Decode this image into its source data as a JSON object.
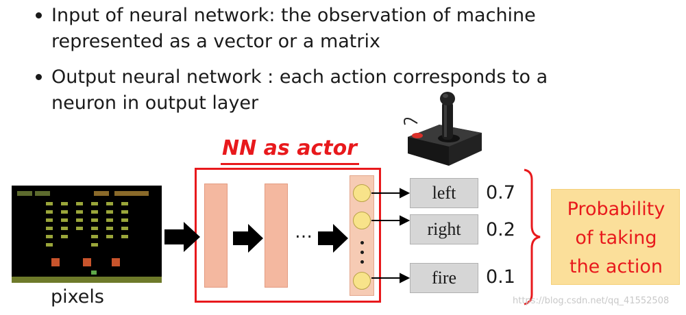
{
  "bullets": [
    {
      "line1": "Input of neural network: the observation of machine",
      "line2": "represented as a vector or a matrix"
    },
    {
      "line1": "Output neural network : each action corresponds to a",
      "line2": "neuron in output layer"
    }
  ],
  "nn_title": "NN as actor",
  "input_label": "pixels",
  "ellipsis": "…",
  "actions": [
    {
      "label": "left",
      "probability": "0.7"
    },
    {
      "label": "right",
      "probability": "0.2"
    },
    {
      "label": "fire",
      "probability": "0.1"
    }
  ],
  "probability_box": {
    "line1": "Probability",
    "line2": "of taking",
    "line3": "the action"
  },
  "watermark": "https://blog.csdn.net/qq_41552508",
  "colors": {
    "accent_red": "#e8191c",
    "layer_fill": "#f4b8a0",
    "neuron_fill": "#f8e38a",
    "prob_box_fill": "#fbdf9a",
    "action_box_fill": "#d6d6d6"
  }
}
